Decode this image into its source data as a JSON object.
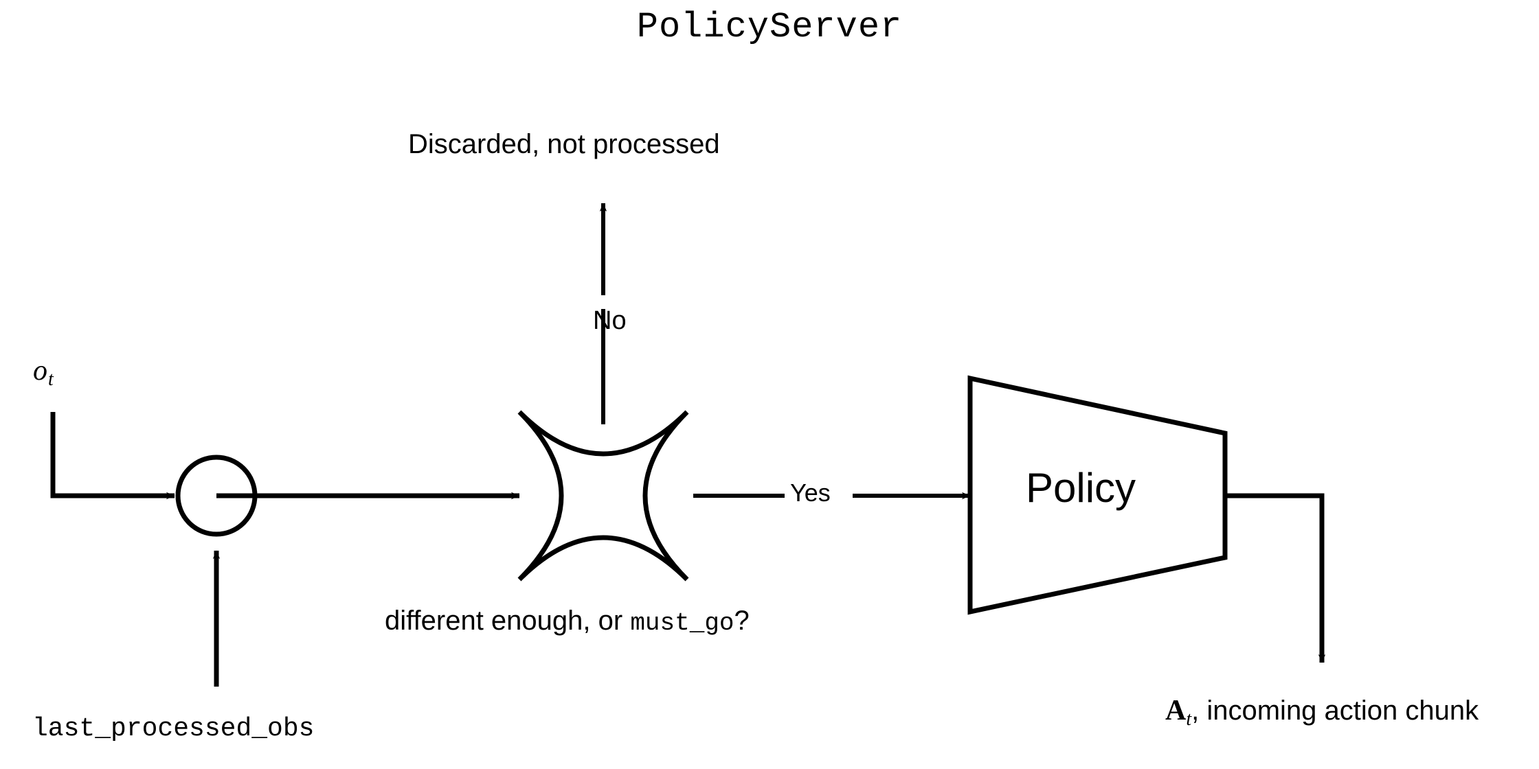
{
  "diagram": {
    "title": "PolicyServer",
    "stroke_color": "#000000",
    "background_color": "#ffffff",
    "nodes": {
      "junction": {
        "name": "junction-circle",
        "shape": "circle"
      },
      "decision": {
        "name": "decision-star",
        "shape": "four-point-concave-star",
        "question_prefix": "different enough, or ",
        "question_code": "must_go",
        "question_suffix": "?"
      },
      "policy": {
        "name": "policy-trapezoid",
        "shape": "trapezoid",
        "label": "Policy"
      }
    },
    "labels": {
      "observation_base": "o",
      "observation_sub": "t",
      "last_processed_obs": "last_processed_obs",
      "discarded": "Discarded, not processed",
      "branch_no": "No",
      "branch_yes": "Yes",
      "action_chunk_base": "A",
      "action_chunk_sub": "t",
      "action_chunk_rest": ", incoming action chunk"
    },
    "edges": [
      {
        "name": "obs-to-junction",
        "from": "o_t",
        "to": "junction",
        "label": ""
      },
      {
        "name": "last-processed-obs-to-junction",
        "from": "last_processed_obs",
        "to": "junction",
        "label": ""
      },
      {
        "name": "junction-to-decision",
        "from": "junction",
        "to": "decision",
        "label": ""
      },
      {
        "name": "decision-to-discard",
        "from": "decision",
        "to": "Discarded, not processed",
        "label": "No"
      },
      {
        "name": "decision-to-policy",
        "from": "decision",
        "to": "Policy",
        "label": "Yes"
      },
      {
        "name": "policy-to-action-chunk",
        "from": "Policy",
        "to": "A_t",
        "label": ""
      }
    ]
  }
}
